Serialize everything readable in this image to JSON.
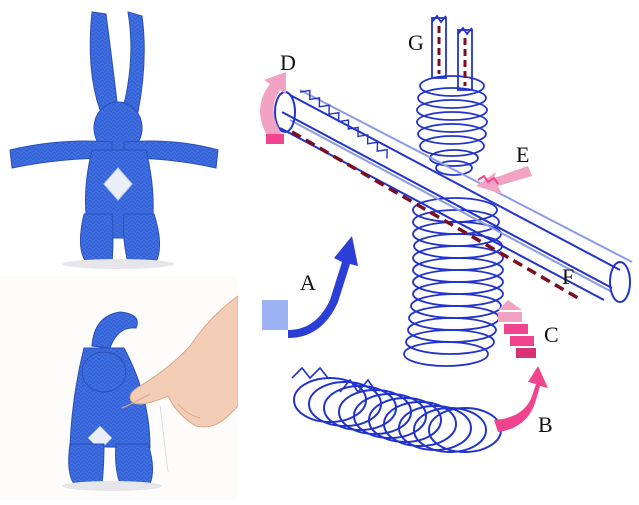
{
  "diagram": {
    "labels": {
      "a": "A",
      "b": "B",
      "c": "C",
      "d": "D",
      "e": "E",
      "f": "F",
      "g": "G"
    }
  },
  "colors": {
    "toy_blue": "#3f6fe0",
    "toy_blue_dark": "#2b4fb8",
    "toy_patch": "#e9eef7",
    "yarn_line": "#2233cc",
    "yarn_light": "#8c9be8",
    "arrow_dark_blue": "#2b3fd6",
    "arrow_light_blue": "#9bb3f2",
    "arrow_pink": "#f0448e",
    "arrow_light_pink": "#f2a2c3",
    "dashed_seam": "#7a0f24",
    "skin": "#f3cdb5"
  },
  "icons": {
    "photo_top": "knitted-bunny-toy-photo",
    "photo_bottom": "finger-bending-toy-photo"
  }
}
